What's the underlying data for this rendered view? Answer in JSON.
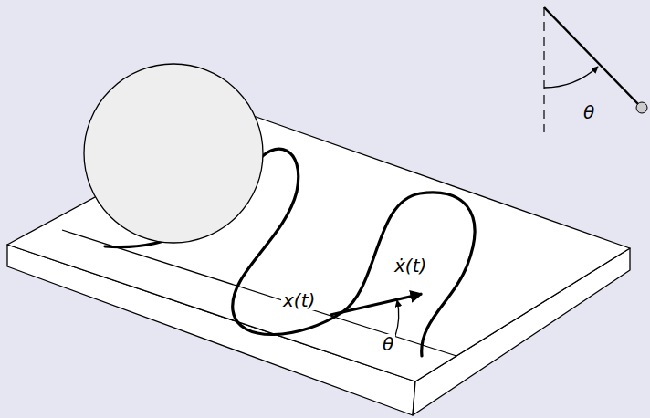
{
  "diagram": {
    "labels": [
      "x(t)",
      "ẋ(t)",
      "θ",
      "θ"
    ]
  }
}
